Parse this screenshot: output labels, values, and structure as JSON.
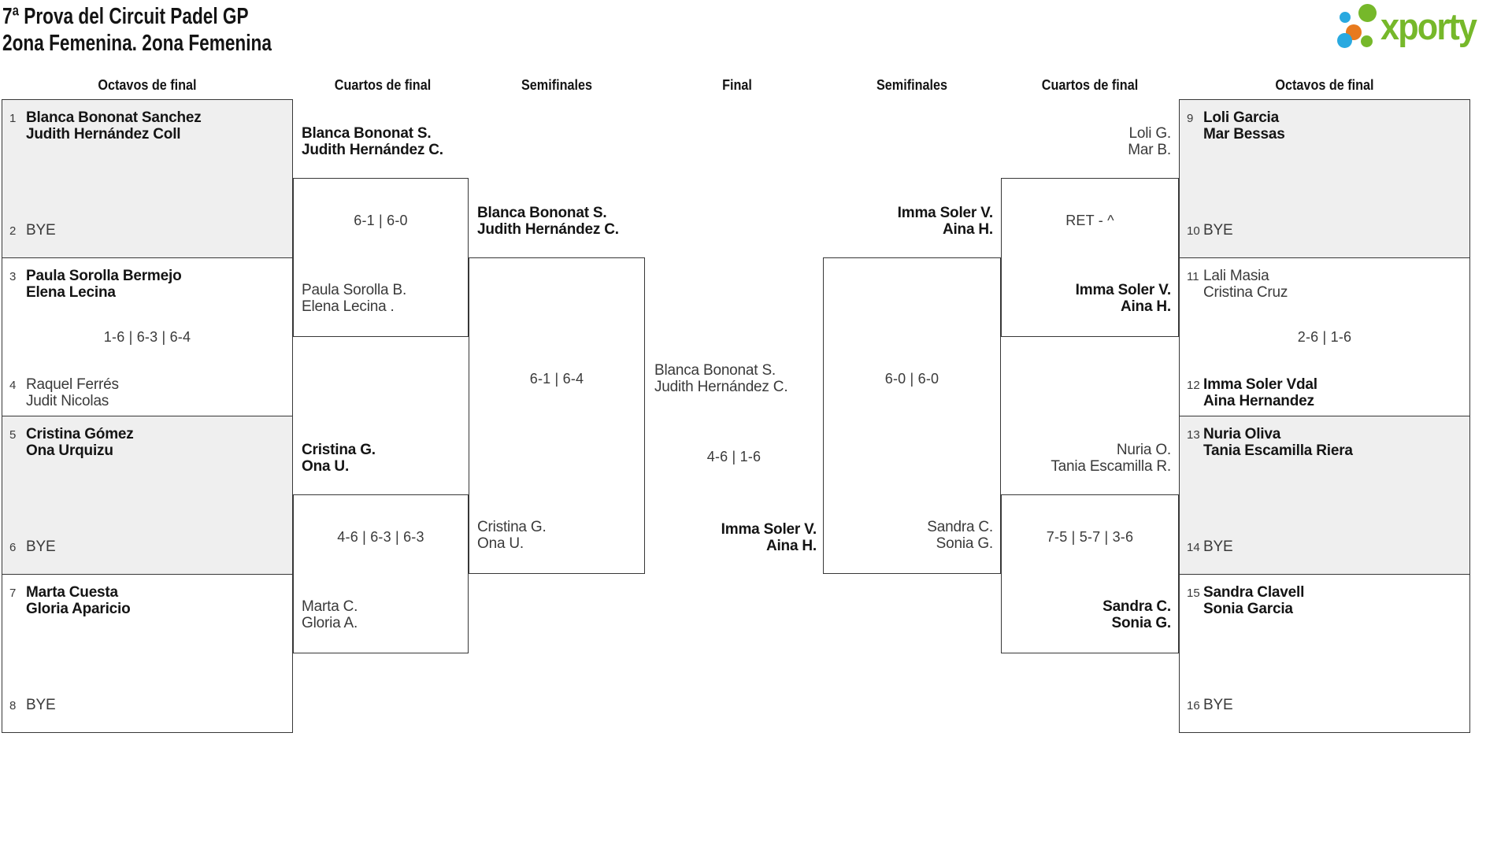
{
  "title": {
    "line1": "7ª Prova del Circuit Padel GP",
    "line2": "2ona Femenina. 2ona Femenina"
  },
  "logo": {
    "brand": "xporty"
  },
  "colors": {
    "accent_green": "#76b82a",
    "accent_blue": "#29a9e0",
    "accent_orange": "#e87a1e",
    "box_fill": "#efefef",
    "border": "#373737",
    "winner_text": "#141414",
    "muted_text": "#3a3a3a"
  },
  "round_labels": [
    "Octavos de final",
    "Cuartos de final",
    "Semifinales",
    "Final",
    "Semifinales",
    "Cuartos de final",
    "Octavos de final"
  ],
  "chart_data": {
    "type": "table",
    "title": "7ª Prova del Circuit Padel GP — 2ona Femenina bracket",
    "rounds": [
      "Octavos de final",
      "Cuartos de final",
      "Semifinales",
      "Final"
    ],
    "matches": [
      {
        "round": "Octavos",
        "team1": "Blanca Bononat Sanchez / Judith Hernández Coll",
        "team2": "BYE",
        "score": "",
        "winner": 1
      },
      {
        "round": "Octavos",
        "team1": "Paula Sorolla Bermejo / Elena Lecina",
        "team2": "Raquel Ferrés / Judit Nicolas",
        "score": "1-6 | 6-3 | 6-4",
        "winner": 1
      },
      {
        "round": "Octavos",
        "team1": "Cristina Gómez / Ona Urquizu",
        "team2": "BYE",
        "score": "",
        "winner": 1
      },
      {
        "round": "Octavos",
        "team1": "Marta Cuesta / Gloria Aparicio",
        "team2": "BYE",
        "score": "",
        "winner": 1
      },
      {
        "round": "Octavos",
        "team1": "Loli Garcia / Mar Bessas",
        "team2": "BYE",
        "score": "",
        "winner": 1
      },
      {
        "round": "Octavos",
        "team1": "Lali Masia / Cristina Cruz",
        "team2": "Imma Soler Vdal / Aina Hernandez",
        "score": "2-6 | 1-6",
        "winner": 2
      },
      {
        "round": "Octavos",
        "team1": "Nuria Oliva / Tania Escamilla Riera",
        "team2": "BYE",
        "score": "",
        "winner": 1
      },
      {
        "round": "Octavos",
        "team1": "Sandra Clavell / Sonia Garcia",
        "team2": "BYE",
        "score": "",
        "winner": 1
      },
      {
        "round": "Cuartos",
        "team1": "Blanca Bononat S. / Judith Hernández C.",
        "team2": "Paula Sorolla B. / Elena Lecina .",
        "score": "6-1 | 6-0",
        "winner": 1
      },
      {
        "round": "Cuartos",
        "team1": "Cristina G. / Ona U.",
        "team2": "Marta C. / Gloria A.",
        "score": "4-6 | 6-3 | 6-3",
        "winner": 1
      },
      {
        "round": "Cuartos",
        "team1": "Loli G. / Mar B.",
        "team2": "Imma Soler V. / Aina H.",
        "score": "RET - ^",
        "winner": 2
      },
      {
        "round": "Cuartos",
        "team1": "Nuria O. / Tania Escamilla R.",
        "team2": "Sandra C. / Sonia G.",
        "score": "7-5 | 5-7 | 3-6",
        "winner": 2
      },
      {
        "round": "Semifinales",
        "team1": "Blanca Bononat S. / Judith Hernández C.",
        "team2": "Cristina G. / Ona U.",
        "score": "6-1 | 6-4",
        "winner": 1
      },
      {
        "round": "Semifinales",
        "team1": "Imma Soler V. / Aina H.",
        "team2": "Sandra C. / Sonia G.",
        "score": "6-0 | 6-0",
        "winner": 1
      },
      {
        "round": "Final",
        "team1": "Blanca Bononat S. / Judith Hernández C.",
        "team2": "Imma Soler V. / Aina H.",
        "score": "4-6 | 1-6",
        "winner": 2
      }
    ]
  },
  "matches": {
    "r16L1": {
      "seed_top": "1",
      "team_top": [
        "Blanca Bononat Sanchez",
        "Judith Hernández Coll"
      ],
      "score": "",
      "seed_bottom": "2",
      "team_bottom": [
        "BYE"
      ]
    },
    "r16L2": {
      "seed_top": "3",
      "team_top": [
        "Paula Sorolla Bermejo",
        "Elena Lecina"
      ],
      "score": "1-6 | 6-3 | 6-4",
      "seed_bottom": "4",
      "team_bottom": [
        "Raquel Ferrés",
        "Judit Nicolas"
      ]
    },
    "r16L3": {
      "seed_top": "5",
      "team_top": [
        "Cristina Gómez",
        "Ona Urquizu"
      ],
      "score": "",
      "seed_bottom": "6",
      "team_bottom": [
        "BYE"
      ]
    },
    "r16L4": {
      "seed_top": "7",
      "team_top": [
        "Marta Cuesta",
        "Gloria Aparicio"
      ],
      "score": "",
      "seed_bottom": "8",
      "team_bottom": [
        "BYE"
      ]
    },
    "qfL1": {
      "team_top": [
        "Blanca Bononat S.",
        "Judith Hernández C."
      ],
      "score": "6-1 | 6-0",
      "team_bottom": [
        "Paula Sorolla B.",
        "Elena Lecina ."
      ]
    },
    "qfL2": {
      "team_top": [
        "Cristina G.",
        "Ona U."
      ],
      "score": "4-6 | 6-3 | 6-3",
      "team_bottom": [
        "Marta C.",
        "Gloria A."
      ]
    },
    "sfL": {
      "team_top": [
        "Blanca Bononat S.",
        "Judith Hernández C."
      ],
      "score": "6-1 | 6-4",
      "team_bottom": [
        "Cristina G.",
        "Ona U."
      ]
    },
    "final": {
      "team_left": [
        "Blanca Bononat S.",
        "Judith Hernández C."
      ],
      "score": "4-6 | 1-6",
      "team_right": [
        "Imma Soler V.",
        "Aina H."
      ]
    },
    "sfR": {
      "team_top": [
        "Imma Soler V.",
        "Aina H."
      ],
      "score": "6-0 | 6-0",
      "team_bottom": [
        "Sandra C.",
        "Sonia G."
      ]
    },
    "qfR1": {
      "team_top": [
        "Loli G.",
        "Mar B."
      ],
      "score": "RET - ^",
      "team_bottom": [
        "Imma Soler V.",
        "Aina H."
      ]
    },
    "qfR2": {
      "team_top": [
        "Nuria O.",
        "Tania Escamilla R."
      ],
      "score": "7-5 | 5-7 | 3-6",
      "team_bottom": [
        "Sandra C.",
        "Sonia G."
      ]
    },
    "r16R1": {
      "seed_top": "9",
      "team_top": [
        "Loli Garcia",
        "Mar Bessas"
      ],
      "score": "",
      "seed_bottom": "10",
      "team_bottom": [
        "BYE"
      ]
    },
    "r16R2": {
      "seed_top": "11",
      "team_top": [
        "Lali Masia",
        "Cristina Cruz"
      ],
      "score": "2-6 | 1-6",
      "seed_bottom": "12",
      "team_bottom": [
        "Imma Soler Vdal",
        "Aina Hernandez"
      ]
    },
    "r16R3": {
      "seed_top": "13",
      "team_top": [
        "Nuria Oliva",
        "Tania Escamilla Riera"
      ],
      "score": "",
      "seed_bottom": "14",
      "team_bottom": [
        "BYE"
      ]
    },
    "r16R4": {
      "seed_top": "15",
      "team_top": [
        "Sandra Clavell",
        "Sonia Garcia"
      ],
      "score": "",
      "seed_bottom": "16",
      "team_bottom": [
        "BYE"
      ]
    }
  }
}
